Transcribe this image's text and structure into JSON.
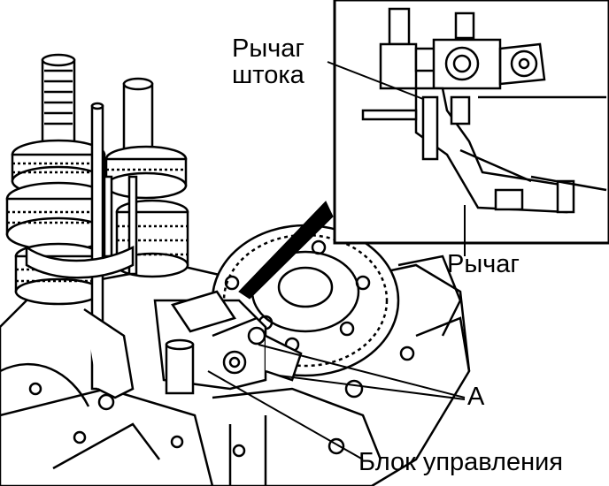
{
  "labels": {
    "rod_lever_line1": "Рычаг",
    "rod_lever_line2": "штока",
    "lever": "Рычаг",
    "callout_a": "A",
    "control_block": "Блок управления"
  },
  "colors": {
    "ink": "#000000",
    "paper": "#ffffff",
    "shade": "#9a9a9a"
  }
}
